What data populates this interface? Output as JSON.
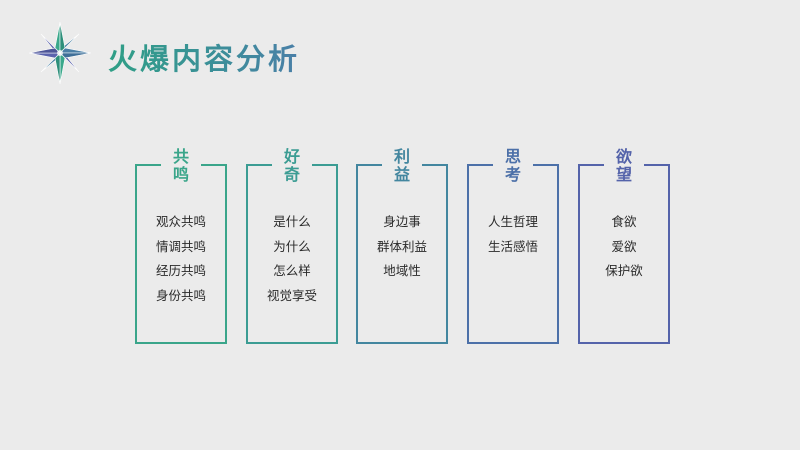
{
  "slide": {
    "title": "火爆内容分析"
  },
  "logo": {
    "icon": "compass-star-icon"
  },
  "cards": [
    {
      "head_line1": "共",
      "head_line2": "鸣",
      "color": "#3aa58a",
      "items": [
        "观众共鸣",
        "情调共鸣",
        "经历共鸣",
        "身份共鸣"
      ]
    },
    {
      "head_line1": "好",
      "head_line2": "奇",
      "color": "#3b9c93",
      "items": [
        "是什么",
        "为什么",
        "怎么样",
        "视觉享受"
      ]
    },
    {
      "head_line1": "利",
      "head_line2": "益",
      "color": "#43869f",
      "items": [
        "身边事",
        "群体利益",
        "地域性"
      ]
    },
    {
      "head_line1": "思",
      "head_line2": "考",
      "color": "#4c70a8",
      "items": [
        "人生哲理",
        "生活感悟"
      ]
    },
    {
      "head_line1": "欲",
      "head_line2": "望",
      "color": "#5463aa",
      "items": [
        "食欲",
        "爱欲",
        "保护欲"
      ]
    }
  ]
}
